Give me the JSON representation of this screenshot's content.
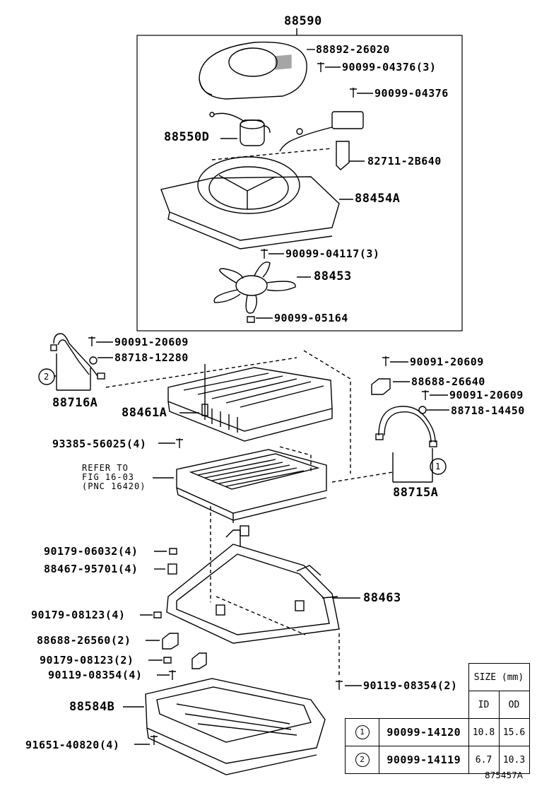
{
  "labels": {
    "p88590": "88590",
    "p88892": "88892-26020",
    "p90099_04376_3": "90099-04376(3)",
    "p90099_04376": "90099-04376",
    "p88550D": "88550D",
    "p82711": "82711-2B640",
    "p88454A": "88454A",
    "p90099_04117": "90099-04117(3)",
    "p88453": "88453",
    "p90099_05164": "90099-05164",
    "p90091_a": "90091-20609",
    "p88718_12280": "88718-12280",
    "p88716A": "88716A",
    "p88461A": "88461A",
    "p90091_b": "90091-20609",
    "p88688_26640": "88688-26640",
    "p90091_c": "90091-20609",
    "p88718_14450": "88718-14450",
    "p93385": "93385-56025(4)",
    "p88715A": "88715A",
    "p90179_06032": "90179-06032(4)",
    "p88467": "88467-95701(4)",
    "p88463": "88463",
    "p90179_08123_4": "90179-08123(4)",
    "p88688_26560": "88688-26560(2)",
    "p90179_08123_2": "90179-08123(2)",
    "p90119_left": "90119-08354(4)",
    "p90119_right": "90119-08354(2)",
    "p88584B": "88584B",
    "p91651": "91651-40820(4)"
  },
  "refer": {
    "line1": "REFER TO",
    "line2": "FIG 16-03",
    "line3": "(PNC 16420)"
  },
  "callouts": {
    "one": "1",
    "two": "2"
  },
  "size_table": {
    "title": "SIZE (mm)",
    "col_id": "ID",
    "col_od": "OD",
    "rows": [
      {
        "mark": "1",
        "part": "90099-14120",
        "id": "10.8",
        "od": "15.6"
      },
      {
        "mark": "2",
        "part": "90099-14119",
        "id": "6.7",
        "od": "10.3"
      }
    ]
  },
  "figure_id": "875457A"
}
